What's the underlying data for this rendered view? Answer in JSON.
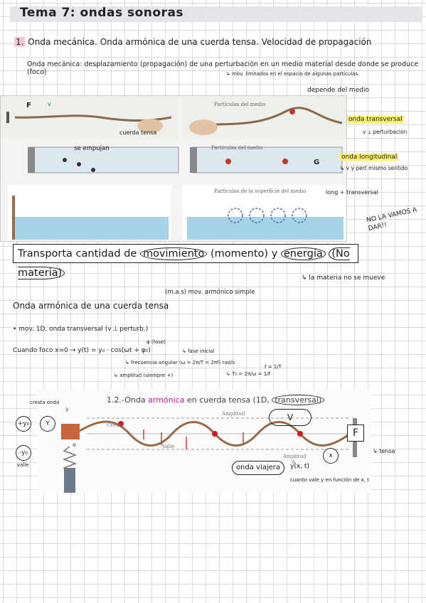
{
  "header": {
    "title": "Tema 7: ondas sonoras"
  },
  "section1": {
    "heading_num": "1.",
    "heading_part1": "Onda mecánica",
    "heading_sep1": ".",
    "heading_part2": "Onda armónica",
    "heading_part3": "de una cuerda tensa. Velocidad de propagación",
    "def_label": "Onda mecánica:",
    "def_text": "desplazamiento (propagación) de una perturbación en un medio material desde donde se produce (foco)",
    "def_sub": "↳ mov. limitados en el espacio de algunas partículas."
  },
  "figure1": {
    "printed": {
      "particulas_medio_1": "Partículas del medio",
      "particulas_medio_2": "Partículas del medio",
      "particulas_superficie": "Partículas de la superficie del medio",
      "label_f": "F",
      "label_v": "v",
      "label_g": "G"
    },
    "notes": {
      "depende": "depende del medio",
      "cuerda_tensa": "cuerda tensa",
      "se_empujan": "se empujan",
      "onda_transversal": "onda transversal",
      "v_perp": "v ⟂ perturbación",
      "onda_longitudinal": "onda longitudinal",
      "long_sub": "↳ v y pert mismo sentido",
      "long_trans": "long + transversal",
      "no_vamos": "NO LA VAMOS A DAR!!"
    }
  },
  "transporta": {
    "prefix": "Transporta cantidad de",
    "movimiento": "movimiento",
    "momento": "(momento) y",
    "energia": "energía",
    "no_materia": "(No materia)"
  },
  "materia_note": "↳ la materia no se mueve",
  "section2": {
    "mas_note": "(m.a.s) mov. armónico simple",
    "heading": "Onda armónica de una cuerda tensa",
    "bullet": "• mov. 1D, onda transversal (v ⟂ perturb.)",
    "fase_label": "φ (fase)",
    "cuando": "Cuando foco x=0 → y(t) = y₀ · cos(ωt + φ₀)",
    "fase_inicial": "↳ fase inicial",
    "frecuencia": "↳ frecuencia angular (ω = 2π/T = 2πf) rad/s",
    "amplitud": "↳ amplitud (siempre +)",
    "periodo": "↳ T₀ = 2π/ω = 1/f",
    "f_note": "f = 1/T"
  },
  "figure2": {
    "caption_prefix": "1.2.-Onda",
    "caption_hl": "armónica",
    "caption_mid": "en cuerda tensa (1D,",
    "caption_end": "transversal)",
    "printed": {
      "amplitud_top": "Amplitud",
      "cresta": "Cresta",
      "valle": "Valle",
      "amplitud_bottom": "Amplitud",
      "a_label": "A",
      "v_label": "v",
      "f_label": "F",
      "y_label": "y",
      "e_label": "e"
    },
    "notes": {
      "cresta_onda": "cresta onda",
      "plus_y0": "+y₀",
      "y_circle": "Y",
      "minus_y0": "-y₀",
      "valle": "valle",
      "v_big": "V",
      "f_big": "F",
      "tensa": "↳ tensa",
      "x_circle": "x",
      "onda_viajera": "onda viajera",
      "y_x_t": "y(x, t)",
      "cuanto_vale": "cuanto vale y en función de x, t"
    }
  }
}
